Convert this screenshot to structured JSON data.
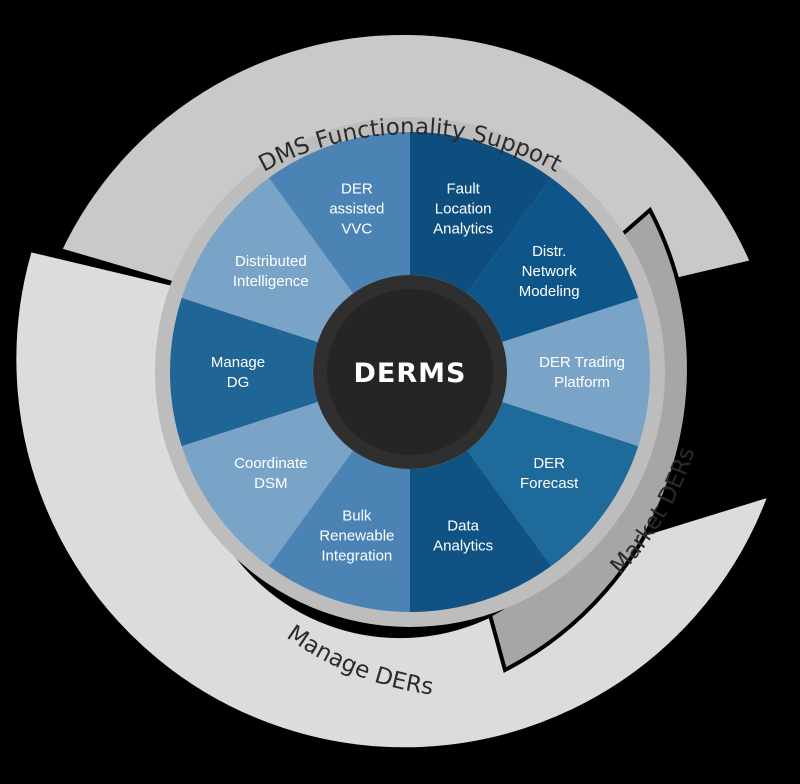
{
  "center": {
    "label": "DERMS"
  },
  "outer_arcs": [
    {
      "id": "dms",
      "label": "DMS Functionality Support"
    },
    {
      "id": "manage",
      "label": "Manage DERs"
    },
    {
      "id": "market",
      "label": "Market DERs"
    }
  ],
  "segments": [
    {
      "id": "fault-location-analytics",
      "lines": [
        "Fault",
        "Location",
        "Analytics"
      ],
      "color": "#0e4e7e"
    },
    {
      "id": "distr-network-modeling",
      "lines": [
        "Distr.",
        "Network",
        "Modeling"
      ],
      "color": "#0e5589"
    },
    {
      "id": "der-trading-platform",
      "lines": [
        "DER Trading",
        "Platform"
      ],
      "color": "#7aa3c8"
    },
    {
      "id": "der-forecast",
      "lines": [
        "DER",
        "Forecast"
      ],
      "color": "#1e6a9a"
    },
    {
      "id": "data-analytics",
      "lines": [
        "Data",
        "Analytics"
      ],
      "color": "#0f5283"
    },
    {
      "id": "bulk-renewable-integration",
      "lines": [
        "Bulk",
        "Renewable",
        "Integration"
      ],
      "color": "#4b83b5"
    },
    {
      "id": "coordinate-dsm",
      "lines": [
        "Coordinate",
        "DSM"
      ],
      "color": "#7aa3c8"
    },
    {
      "id": "manage-dg",
      "lines": [
        "Manage",
        "DG"
      ],
      "color": "#1f6596"
    },
    {
      "id": "distributed-intelligence",
      "lines": [
        "Distributed",
        "Intelligence"
      ],
      "color": "#7aa3c8"
    },
    {
      "id": "der-assisted-vvc",
      "lines": [
        "DER",
        "assisted",
        "VVC"
      ],
      "color": "#4b83b5"
    }
  ],
  "colors": {
    "background": "#000000",
    "outer_ring": "#c9c9c9",
    "outer_ring_light": "#dcdcdc",
    "market_ring": "#a6a6a6",
    "inner_ring": "#bdbdbd",
    "hub_ring": "#2f2f2f",
    "hub": "#252525"
  }
}
